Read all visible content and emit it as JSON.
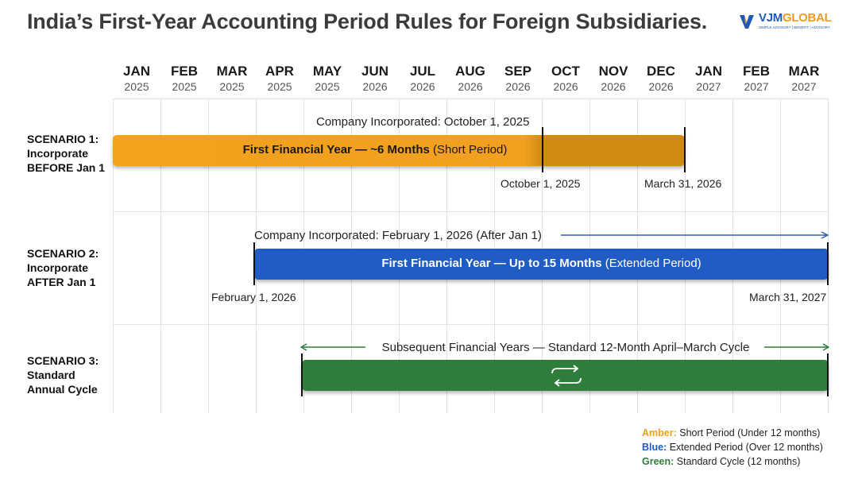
{
  "title": "India’s First-Year Accounting Period Rules for Foreign Subsidiaries.",
  "brand": {
    "name_a": "VJM",
    "name_b": "GLOBAL",
    "tagline": "SIMPLE ADVISORY | BENEFIT | ADVISORY"
  },
  "months": [
    {
      "m": "JAN",
      "y": "2025"
    },
    {
      "m": "FEB",
      "y": "2025"
    },
    {
      "m": "MAR",
      "y": "2025"
    },
    {
      "m": "APR",
      "y": "2025"
    },
    {
      "m": "MAY",
      "y": "2025"
    },
    {
      "m": "JUN",
      "y": "2026"
    },
    {
      "m": "JUL",
      "y": "2026"
    },
    {
      "m": "AUG",
      "y": "2026"
    },
    {
      "m": "SEP",
      "y": "2026"
    },
    {
      "m": "OCT",
      "y": "2026"
    },
    {
      "m": "NOV",
      "y": "2026"
    },
    {
      "m": "DEC",
      "y": "2026"
    },
    {
      "m": "JAN",
      "y": "2027"
    },
    {
      "m": "FEB",
      "y": "2027"
    },
    {
      "m": "MAR",
      "y": "2027"
    }
  ],
  "scenarios": [
    {
      "label_line1": "SCENARIO 1:",
      "label_line2": "Incorporate",
      "label_line3": "BEFORE Jan 1",
      "incorporation_note": "Company Incorporated: October 1, 2025",
      "bar_bold": "First Financial Year — ~6 Months",
      "bar_rest": " (Short Period)",
      "start_date": "October 1, 2025",
      "end_date": "March 31, 2026"
    },
    {
      "label_line1": "SCENARIO 2:",
      "label_line2": "Incorporate",
      "label_line3": "AFTER Jan 1",
      "incorporation_note": "Company Incorporated: February 1, 2026 (After Jan 1)",
      "bar_bold": "First Financial Year — Up to 15 Months",
      "bar_rest": " (Extended Period)",
      "start_date": "February 1, 2026",
      "end_date": "March 31, 2027"
    },
    {
      "label_line1": "SCENARIO 3:",
      "label_line2": "Standard",
      "label_line3": "Annual Cycle",
      "cycle_note": "Subsequent Financial Years — Standard 12-Month April–March Cycle"
    }
  ],
  "legend": [
    {
      "key": "Amber:",
      "text": " Short Period (Under 12 months)",
      "color": "#f0a21a"
    },
    {
      "key": "Blue:",
      "text": " Extended Period (Over 12 months)",
      "color": "#1f5cc4"
    },
    {
      "key": "Green:",
      "text": " Standard Cycle (12 months)",
      "color": "#2e7d3a"
    }
  ],
  "colors": {
    "amber": "#f3a21c",
    "amber_dark": "#d08a10",
    "blue": "#1f5cc4",
    "green": "#2e7d3a",
    "arrow_blue": "#2f5fa8",
    "arrow_green": "#2e7d3a"
  }
}
